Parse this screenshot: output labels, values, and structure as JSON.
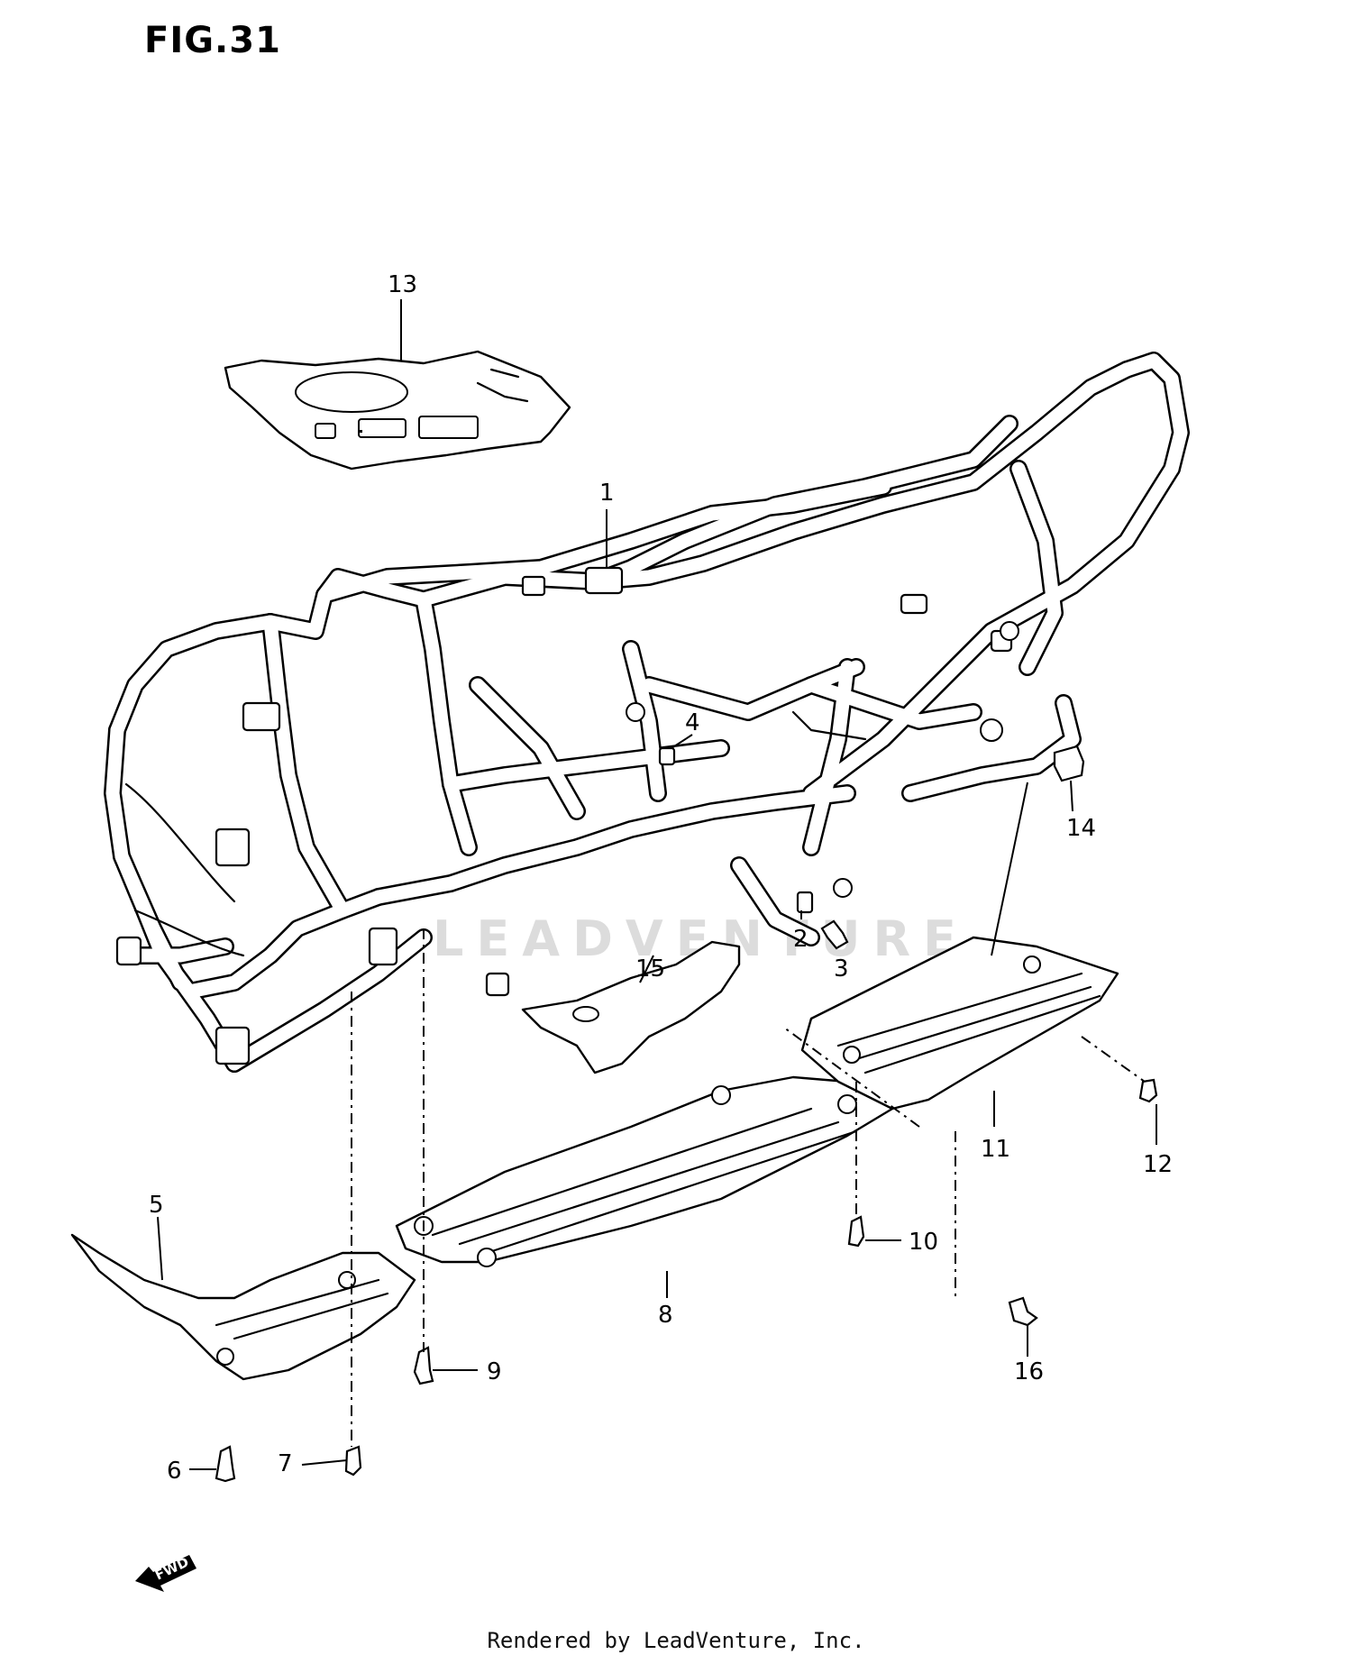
{
  "figure": {
    "title": "FIG.31",
    "watermark": "LEADVENTURE",
    "footer": "Rendered by LeadVenture, Inc.",
    "fwd_label": "FWD"
  },
  "callouts": [
    {
      "id": "1",
      "label": "1"
    },
    {
      "id": "2",
      "label": "2"
    },
    {
      "id": "3",
      "label": "3"
    },
    {
      "id": "4",
      "label": "4"
    },
    {
      "id": "5",
      "label": "5"
    },
    {
      "id": "6",
      "label": "6"
    },
    {
      "id": "7",
      "label": "7"
    },
    {
      "id": "8",
      "label": "8"
    },
    {
      "id": "9",
      "label": "9"
    },
    {
      "id": "10",
      "label": "10"
    },
    {
      "id": "11",
      "label": "11"
    },
    {
      "id": "12",
      "label": "12"
    },
    {
      "id": "13",
      "label": "13"
    },
    {
      "id": "14",
      "label": "14"
    },
    {
      "id": "15",
      "label": "15"
    },
    {
      "id": "16",
      "label": "16"
    }
  ]
}
